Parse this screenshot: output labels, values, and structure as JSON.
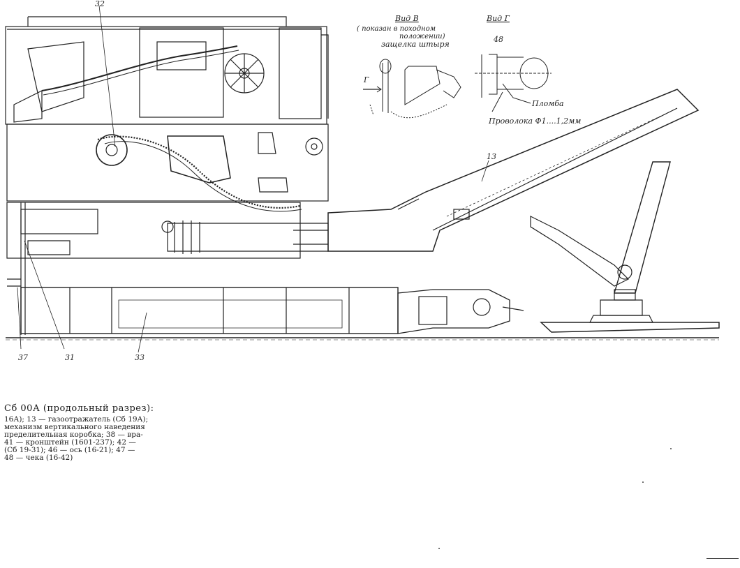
{
  "labels": {
    "n32": "32",
    "n13": "13",
    "n48": "48",
    "n37": "37",
    "n31": "31",
    "n33": "33"
  },
  "view_v": {
    "title": "Вид В",
    "note1": "( показан в походном",
    "note2": "положении)",
    "latch": "защелка штыря",
    "arrow": "Г"
  },
  "view_g": {
    "title": "Вид Г",
    "seal": "Пломба",
    "wire": "Проволока Ф1....1,2мм"
  },
  "caption": {
    "title": "Сб 00А (продольный разрез):",
    "lines": [
      "16А); 13 — газоотражатель (Сб 19А);",
      "механизм вертикального наведения",
      "пределительная коробка; 38 — вра-",
      "41 — кронштейн (1601-237); 42 —",
      "(Сб 19-31); 46 — ось (16-21); 47 —",
      "48 — чека (16-42)"
    ]
  }
}
